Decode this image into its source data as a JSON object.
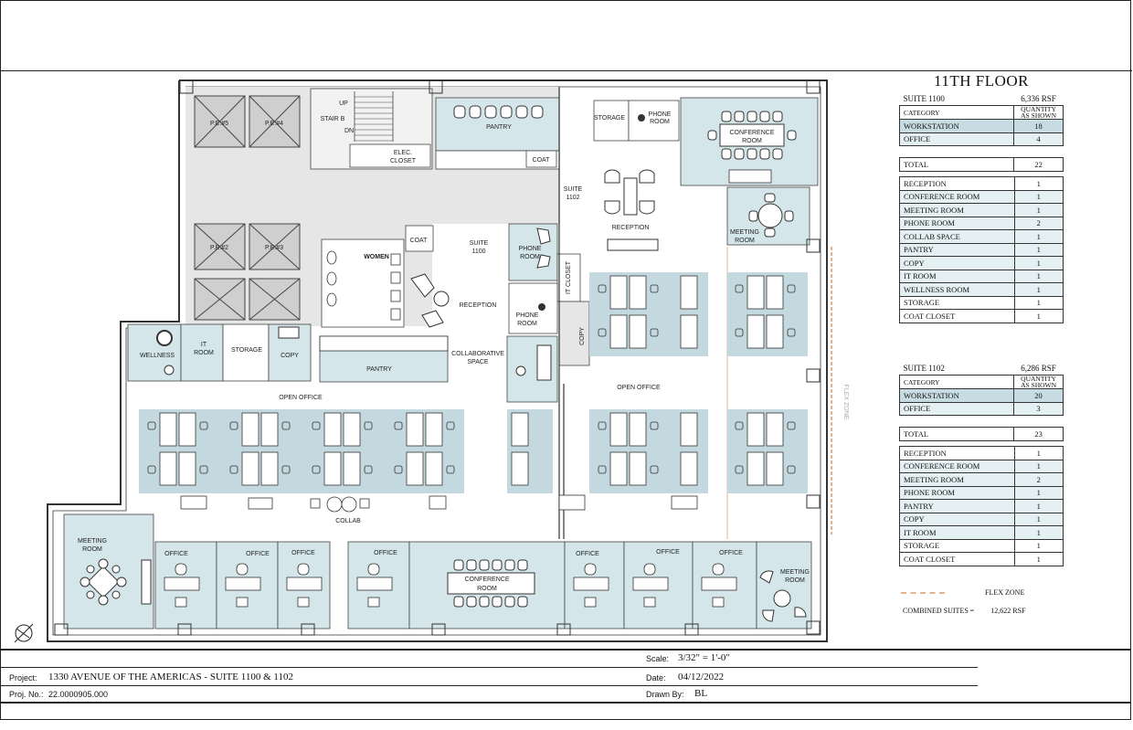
{
  "sheet": {
    "floor_title": "11TH FLOOR",
    "flex_zone_vertical_label": "FLEX ZONE"
  },
  "suite_1100": {
    "name": "SUITE 1100",
    "area": "6,336 RSF",
    "category_label": "CATEGORY",
    "quantity_label_1": "QUANTITY",
    "quantity_label_2": "AS SHOWN",
    "workstation": {
      "label": "WORKSTATION",
      "qty": "18"
    },
    "office": {
      "label": "OFFICE",
      "qty": "4"
    },
    "total": {
      "label": "TOTAL",
      "qty": "22"
    },
    "rooms": [
      {
        "label": "RECEPTION",
        "qty": "1"
      },
      {
        "label": "CONFERENCE ROOM",
        "qty": "1"
      },
      {
        "label": "MEETING ROOM",
        "qty": "1"
      },
      {
        "label": "PHONE ROOM",
        "qty": "2"
      },
      {
        "label": "COLLAB SPACE",
        "qty": "1"
      },
      {
        "label": "PANTRY",
        "qty": "1"
      },
      {
        "label": "COPY",
        "qty": "1"
      },
      {
        "label": "IT  ROOM",
        "qty": "1"
      },
      {
        "label": "WELLNESS ROOM",
        "qty": "1"
      },
      {
        "label": "STORAGE",
        "qty": "1"
      },
      {
        "label": "COAT CLOSET",
        "qty": "1"
      }
    ]
  },
  "suite_1102": {
    "name": "SUITE 1102",
    "area": "6,286 RSF",
    "category_label": "CATEGORY",
    "quantity_label_1": "QUANTITY",
    "quantity_label_2": "AS SHOWN",
    "workstation": {
      "label": "WORKSTATION",
      "qty": "20"
    },
    "office": {
      "label": "OFFICE",
      "qty": "3"
    },
    "total": {
      "label": "TOTAL",
      "qty": "23"
    },
    "rooms": [
      {
        "label": "RECEPTION",
        "qty": "1"
      },
      {
        "label": "CONFERENCE ROOM",
        "qty": "1"
      },
      {
        "label": "MEETING ROOM",
        "qty": "2"
      },
      {
        "label": "PHONE ROOM",
        "qty": "1"
      },
      {
        "label": "PANTRY",
        "qty": "1"
      },
      {
        "label": "COPY",
        "qty": "1"
      },
      {
        "label": "IT ROOM",
        "qty": "1"
      },
      {
        "label": "STORAGE",
        "qty": "1"
      },
      {
        "label": "COAT CLOSET",
        "qty": "1"
      }
    ]
  },
  "legend": {
    "flex_zone": "FLEX ZONE",
    "combined_label": "COMBINED SUITES =",
    "combined_value": "12,622 RSF"
  },
  "rooms": {
    "pantry_top": "PANTRY",
    "storage_top": "STORAGE",
    "phone_room_top_1": "PHONE",
    "phone_room_top_2": "ROOM",
    "conference_top_1": "CONFERENCE",
    "conference_top_2": "ROOM",
    "stair_b": "STAIR B",
    "up": "UP",
    "dn": "DN",
    "pe5": "P.E.#5",
    "pe4": "P.E.#4",
    "pe2": "P.E.#2",
    "pe3": "P.E.#3",
    "elec_closet_1": "ELEC.",
    "elec_closet_2": "CLOSET",
    "coat_top": "COAT",
    "suite_1102_1": "SUITE",
    "suite_1102_2": "1102",
    "reception_right": "RECEPTION",
    "meeting_room_right_1": "MEETING",
    "meeting_room_right_2": "ROOM",
    "women": "WOMEN",
    "coat_mid": "COAT",
    "suite_1100_1": "SUITE",
    "suite_1100_2": "1100",
    "phone_room_mid_1": "PHONE",
    "phone_room_mid_2": "ROOM",
    "it_closet": "IT CLOSET",
    "reception_left": "RECEPTION",
    "phone_room_low_1": "PHONE",
    "phone_room_low_2": "ROOM",
    "copy_right": "COPY",
    "wellness": "WELLNESS",
    "it_room_1": "IT",
    "it_room_2": "ROOM",
    "storage_left": "STORAGE",
    "copy_left": "COPY",
    "pantry_left": "PANTRY",
    "collab_space_1": "COLLABORATIVE",
    "collab_space_2": "SPACE",
    "open_office_left": "OPEN OFFICE",
    "open_office_right": "OPEN OFFICE",
    "collab": "COLLAB",
    "meeting_room_bl_1": "MEETING",
    "meeting_room_bl_2": "ROOM",
    "office": "OFFICE",
    "conference_bottom_1": "CONFERENCE",
    "conference_bottom_2": "ROOM",
    "meeting_room_br_1": "MEETING",
    "meeting_room_br_2": "ROOM"
  },
  "title_block": {
    "scale_label": "Scale:",
    "scale_value": "3/32\" = 1'-0\"",
    "project_label": "Project:",
    "project_value": "1330 AVENUE OF THE AMERICAS - SUITE 1100 & 1102",
    "date_label": "Date:",
    "date_value": "04/12/2022",
    "projno_label": "Proj. No.:",
    "projno_value": "22.0000905.000",
    "drawn_label": "Drawn By:",
    "drawn_value": "BL"
  },
  "colors": {
    "room_fill": "#d4e6ea",
    "core_fill": "#e6e6e6",
    "workstation_fill": "#c3d9df",
    "wall": "#333333",
    "flex_zone": "#e3b38e"
  }
}
